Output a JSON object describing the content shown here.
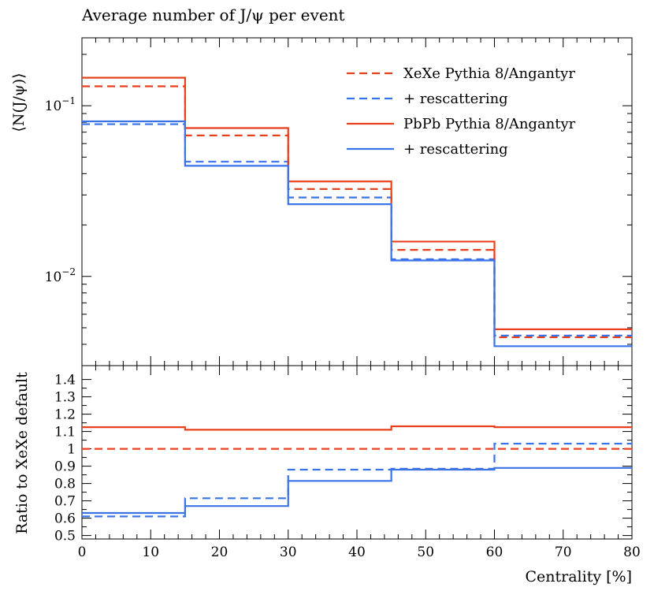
{
  "chart_data": {
    "type": "line",
    "title": "Average number of J/ψ per event",
    "xlabel": "Centrality [%]",
    "x_edges": [
      0,
      15,
      30,
      45,
      60,
      80
    ],
    "xlim": [
      0,
      80
    ],
    "x_ticks": [
      0,
      10,
      20,
      30,
      40,
      50,
      60,
      70,
      80
    ],
    "x_tick_labels": [
      "0",
      "10",
      "20",
      "30",
      "40",
      "50",
      "60",
      "70",
      "80"
    ],
    "colors": {
      "xexe": "#e8401c",
      "rescatter": "#3a72e8"
    },
    "main": {
      "ylabel": "⟨N(J/ψ)⟩",
      "yscale": "log",
      "ylim": [
        0.003,
        0.25
      ],
      "y_tick_labels": [
        {
          "value": 0.1,
          "base": "10",
          "exp": "−1"
        },
        {
          "value": 0.01,
          "base": "10",
          "exp": "−2"
        }
      ],
      "series": [
        {
          "name": "XeXe Pythia 8/Angantyr",
          "color": "#e8401c",
          "dash": true,
          "values": [
            0.13,
            0.067,
            0.0325,
            0.0143,
            0.0044
          ]
        },
        {
          "name": "+ rescattering",
          "color": "#3a72e8",
          "dash": true,
          "values": [
            0.078,
            0.047,
            0.029,
            0.0126,
            0.0045
          ]
        },
        {
          "name": "PbPb Pythia 8/Angantyr",
          "color": "#e8401c",
          "dash": false,
          "values": [
            0.146,
            0.074,
            0.036,
            0.016,
            0.0049
          ]
        },
        {
          "name": "+ rescattering",
          "color": "#3a72e8",
          "dash": false,
          "values": [
            0.081,
            0.0445,
            0.0265,
            0.0124,
            0.0039
          ]
        }
      ]
    },
    "ratio": {
      "ylabel": "Ratio to XeXe default",
      "yscale": "linear",
      "ylim": [
        0.48,
        1.48
      ],
      "y_ticks": [
        0.5,
        0.6,
        0.7,
        0.8,
        0.9,
        1.0,
        1.1,
        1.2,
        1.3,
        1.4
      ],
      "y_tick_labels": [
        "0.5",
        "0.6",
        "0.7",
        "0.8",
        "0.9",
        "1",
        "1.1",
        "1.2",
        "1.3",
        "1.4"
      ],
      "series": [
        {
          "name": "XeXe Pythia 8/Angantyr",
          "color": "#e8401c",
          "dash": true,
          "values": [
            1.0,
            1.0,
            1.0,
            1.0,
            1.0
          ]
        },
        {
          "name": "+ rescattering",
          "color": "#3a72e8",
          "dash": true,
          "values": [
            0.61,
            0.715,
            0.88,
            0.885,
            1.03
          ]
        },
        {
          "name": "PbPb Pythia 8/Angantyr",
          "color": "#e8401c",
          "dash": false,
          "values": [
            1.125,
            1.11,
            1.11,
            1.13,
            1.125
          ]
        },
        {
          "name": "+ rescattering",
          "color": "#3a72e8",
          "dash": false,
          "values": [
            0.63,
            0.67,
            0.815,
            0.88,
            0.89
          ]
        }
      ]
    },
    "legend": {
      "placement": "top-right",
      "entries": [
        {
          "label": "XeXe Pythia 8/Angantyr",
          "color": "#e8401c",
          "dash": true
        },
        {
          "label": "+ rescattering",
          "color": "#3a72e8",
          "dash": true
        },
        {
          "label": "PbPb Pythia 8/Angantyr",
          "color": "#e8401c",
          "dash": false
        },
        {
          "label": "+ rescattering",
          "color": "#3a72e8",
          "dash": false
        }
      ]
    }
  }
}
